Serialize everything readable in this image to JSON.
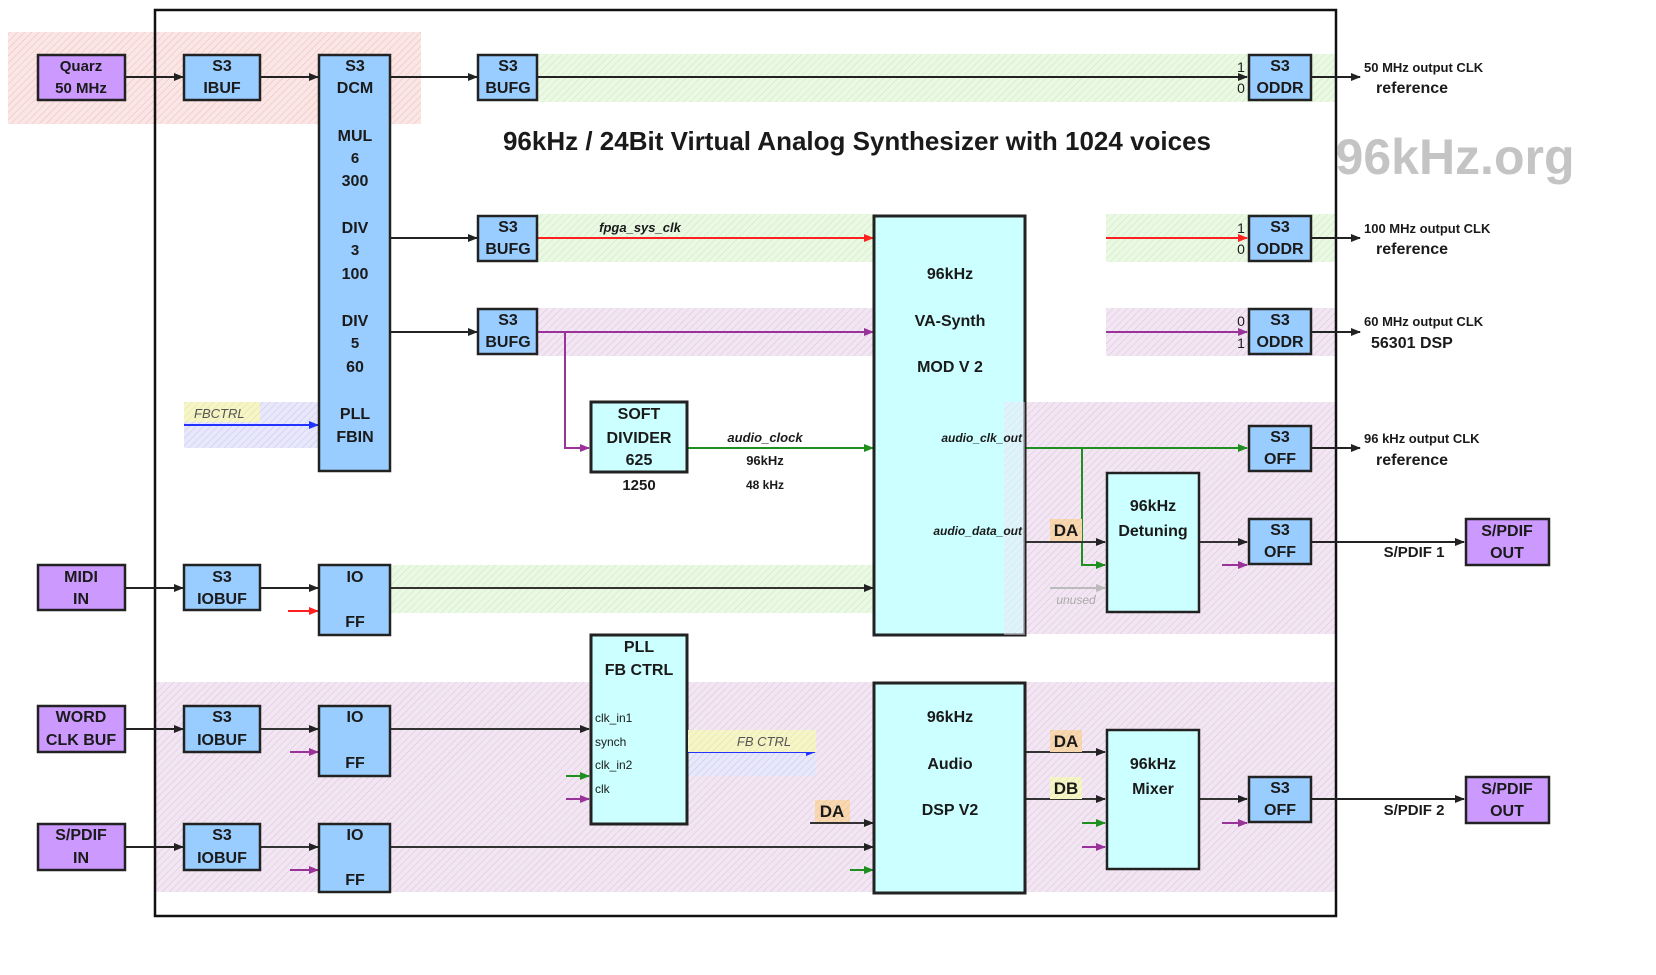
{
  "title": "96kHz / 24Bit Virtual Analog Synthesizer with 1024 voices",
  "watermark": "96kHz.org",
  "colors": {
    "purple_box": "#cc99ff",
    "blue_box": "#99ccff",
    "cyan_box": "#ccffff",
    "black_arrow": "#222222",
    "red_arrow": "#ff2020",
    "green_arrow": "#1f8f1f",
    "purple_arrow": "#993399",
    "blue_arrow": "#2233ff"
  },
  "inputs": {
    "quarz": [
      "Quarz",
      "50 MHz"
    ],
    "midi": [
      "MIDI",
      "IN"
    ],
    "word_clk": [
      "WORD",
      "CLK BUF"
    ],
    "spdif_in": [
      "S/PDIF",
      "IN"
    ]
  },
  "blocks": {
    "ibuf": [
      "S3",
      "IBUF"
    ],
    "dcm": [
      "S3",
      "DCM"
    ],
    "dcm_mul": [
      "MUL",
      "6",
      "300"
    ],
    "dcm_div3": [
      "DIV",
      "3",
      "100"
    ],
    "dcm_div5": [
      "DIV",
      "5",
      "60"
    ],
    "dcm_pll": [
      "PLL",
      "FBIN"
    ],
    "bufg": [
      "S3",
      "BUFG"
    ],
    "iobuf": [
      "S3",
      "IOBUF"
    ],
    "ioff": [
      "IO",
      "FF"
    ],
    "soft_divider": [
      "SOFT",
      "DIVIDER",
      "625"
    ],
    "soft_divider_alt": "1250",
    "pll_fb": [
      "PLL",
      "FB CTRL"
    ],
    "pll_fb_ports": [
      "clk_in1",
      "synch",
      "clk_in2",
      "clk"
    ],
    "va_synth": [
      "96kHz",
      "VA-Synth",
      "MOD V 2"
    ],
    "audio_dsp": [
      "96kHz",
      "Audio",
      "DSP V2"
    ],
    "detuning": [
      "96kHz",
      "Detuning"
    ],
    "mixer": [
      "96kHz",
      "Mixer"
    ],
    "oddr": [
      "S3",
      "ODDR"
    ],
    "off": [
      "S3",
      "OFF"
    ],
    "spdif_out": [
      "S/PDIF",
      "OUT"
    ]
  },
  "signals": {
    "fbctrl": "FBCTRL",
    "fpga_sys_clk": "fpga_sys_clk",
    "audio_clock": "audio_clock",
    "audio_clock_freq": "96kHz",
    "audio_clock_alt": "48 kHz",
    "audio_clk_out": "audio_clk_out",
    "audio_data_out": "audio_data_out",
    "unused": "unused",
    "fb_ctrl": "FB CTRL",
    "da": "DA",
    "db": "DB",
    "oddr1_in": [
      "1",
      "0"
    ],
    "oddr2_in": [
      "1",
      "0"
    ],
    "oddr3_in": [
      "0",
      "1"
    ]
  },
  "outputs": {
    "out1": [
      "50 MHz output CLK",
      "reference"
    ],
    "out2": [
      "100 MHz output CLK",
      "reference"
    ],
    "out3": [
      "60 MHz output CLK",
      "56301 DSP"
    ],
    "out4": [
      "96 kHz output CLK",
      "reference"
    ],
    "spdif1": "S/PDIF 1",
    "spdif2": "S/PDIF 2"
  }
}
